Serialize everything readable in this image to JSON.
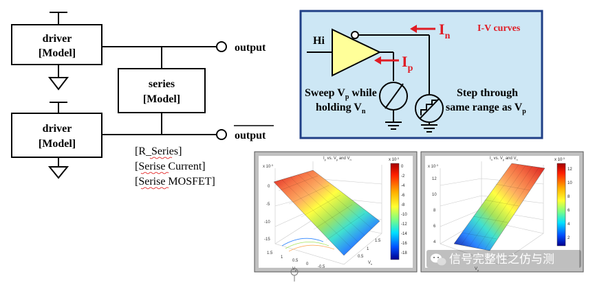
{
  "circuit": {
    "driver_top": {
      "line1": "driver",
      "line2": "[Model]"
    },
    "driver_bottom": {
      "line1": "driver",
      "line2": "[Model]"
    },
    "series": {
      "line1": "series",
      "line2": "[Model]"
    },
    "output_label": "output",
    "output_bar_label": "output",
    "keywords": [
      "[R_Series]",
      "[Serise Current]",
      "[Serise MOSFET]"
    ]
  },
  "iv_panel": {
    "title": "I-V curves",
    "hi_label": "Hi",
    "in_label_main": "I",
    "in_label_sub": "n",
    "ip_label_main": "I",
    "ip_label_sub": "p",
    "sweep_line1": "Sweep V",
    "sweep_line1_sub": "p",
    "sweep_line1_end": " while",
    "sweep_line2": "holding V",
    "sweep_line2_sub": "n",
    "step_line1": "Step through",
    "step_line2": "same range as V",
    "step_line2_sub": "p",
    "bg_color": "#cde7f5",
    "border_color": "#1f3f86",
    "accent_color": "#e01b24",
    "triangle_color": "#ffff99"
  },
  "plots": {
    "left": {
      "title": "I",
      "title_sub": "p",
      "title_rest": " vs. V",
      "title_sub2": "p",
      "title_rest2": " and V",
      "title_sub3": "n",
      "exp": "x 10",
      "exp_pow": "-3",
      "y_ticks": [
        "0",
        "-5",
        "-10",
        "-15"
      ],
      "xlabel": "V",
      "xlabel_sub": "p",
      "ylabel": "V",
      "ylabel_sub": "n",
      "x_ticks": [
        "1.5",
        "1",
        "0.5",
        "0",
        "-0.5"
      ],
      "n_ticks": [
        "0.5",
        "1",
        "1.5"
      ],
      "colorbar_exp": "x 10",
      "colorbar_pow": "-3",
      "colorbar_ticks": [
        "0",
        "-2",
        "-4",
        "-6",
        "-8",
        "-10",
        "-12",
        "-14",
        "-16",
        "-18"
      ]
    },
    "right": {
      "title": "I",
      "title_sub": "n",
      "title_rest": " vs. V",
      "title_sub2": "p",
      "title_rest2": " and V",
      "title_sub3": "n",
      "exp": "x 10",
      "exp_pow": "-3",
      "y_ticks": [
        "12",
        "10",
        "8",
        "6",
        "4"
      ],
      "xlabel": "V",
      "xlabel_sub": "p",
      "colorbar_exp": "x 10",
      "colorbar_pow": "-3",
      "colorbar_ticks": [
        "12",
        "10",
        "8",
        "6",
        "4",
        "2"
      ]
    }
  },
  "watermark": "信号完整性之仿与测"
}
